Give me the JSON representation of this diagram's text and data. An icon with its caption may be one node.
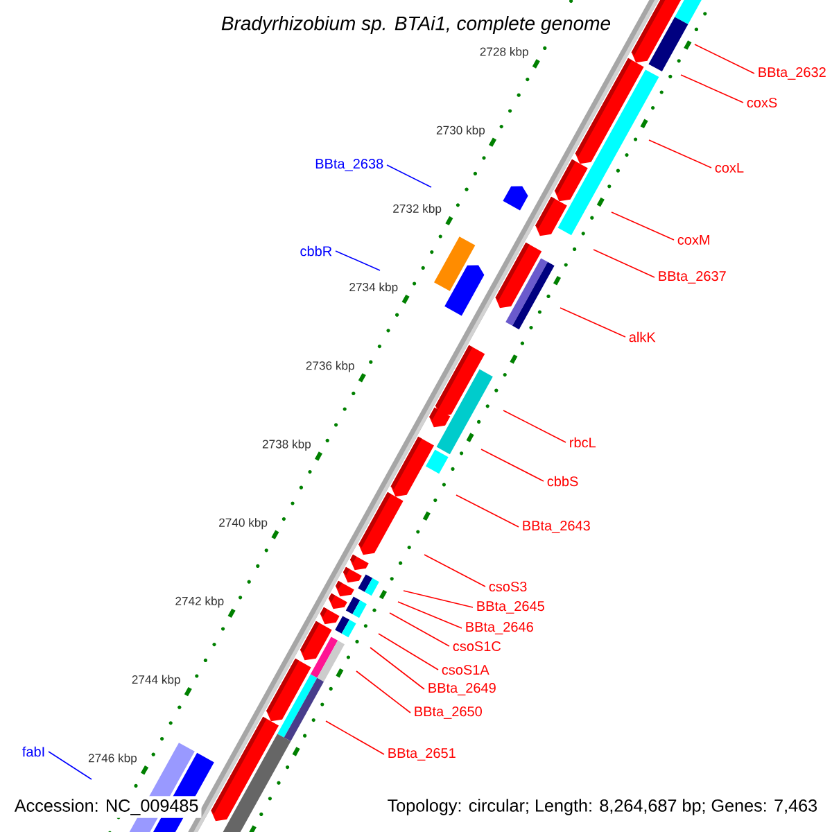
{
  "diagram": {
    "title": "Bradyrhizobium sp. BTAi1, complete genome",
    "nodes": [
      {
        "text": [
          "BBta_2632"
        ]
      },
      {
        "text": [
          "coxS"
        ]
      },
      {
        "text": [
          "BBta_2638"
        ]
      },
      {
        "text": [
          "coxL"
        ]
      },
      {
        "text": [
          "coxM"
        ]
      },
      {
        "text": [
          "cbbR"
        ]
      },
      {
        "text": [
          "BBta_2637"
        ]
      },
      {
        "text": [
          "alkK"
        ]
      },
      {
        "text": [
          "rbcL"
        ]
      },
      {
        "text": [
          "cbbS"
        ]
      },
      {
        "text": [
          "BBta_2643"
        ]
      },
      {
        "text": [
          "csoS3"
        ]
      },
      {
        "text": [
          "BBta_2645"
        ]
      },
      {
        "text": [
          "BBta_2646"
        ]
      },
      {
        "text": [
          "csoS1C"
        ]
      },
      {
        "text": [
          "csoS1A"
        ]
      },
      {
        "text": [
          "BBta_2649"
        ]
      },
      {
        "text": [
          "BBta_2650"
        ]
      },
      {
        "text": [
          "fabI"
        ]
      },
      {
        "text": [
          "BBta_2651"
        ]
      }
    ],
    "edges": [
      {
        "from": 0,
        "to": null,
        "arrow": "none"
      },
      {
        "from": 1,
        "to": null,
        "arrow": "none"
      },
      {
        "from": 2,
        "to": null,
        "arrow": "none",
        "color": "#0000ff"
      },
      {
        "from": 3,
        "to": null,
        "arrow": "none"
      },
      {
        "from": 4,
        "to": null,
        "arrow": "none"
      },
      {
        "from": 5,
        "to": null,
        "arrow": "none",
        "color": "#0000ff"
      },
      {
        "from": 6,
        "to": null,
        "arrow": "none"
      },
      {
        "from": 7,
        "to": null,
        "arrow": "none"
      },
      {
        "from": 8,
        "to": null,
        "arrow": "none"
      },
      {
        "from": 9,
        "to": null,
        "arrow": "none"
      },
      {
        "from": 10,
        "to": null,
        "arrow": "none"
      },
      {
        "from": 11,
        "to": null,
        "arrow": "none"
      },
      {
        "from": 12,
        "to": null,
        "arrow": "none"
      },
      {
        "from": 13,
        "to": null,
        "arrow": "none"
      },
      {
        "from": 14,
        "to": null,
        "arrow": "none"
      },
      {
        "from": 15,
        "to": null,
        "arrow": "none"
      },
      {
        "from": 16,
        "to": null,
        "arrow": "none"
      },
      {
        "from": 17,
        "to": null,
        "arrow": "none"
      },
      {
        "from": 18,
        "to": null,
        "arrow": "none",
        "color": "#0000ff"
      },
      {
        "from": 19,
        "to": null,
        "arrow": "none"
      }
    ],
    "labels": [
      "2728 kbp",
      "2730 kbp",
      "2732 kbp",
      "2734 kbp",
      "2736 kbp",
      "2738 kbp",
      "2740 kbp",
      "2742 kbp",
      "2744 kbp",
      "2746 kbp",
      "Accession: NC_009485",
      "Topology: circular; Length: 8,264,687 bp; Genes: 7,463"
    ]
  }
}
